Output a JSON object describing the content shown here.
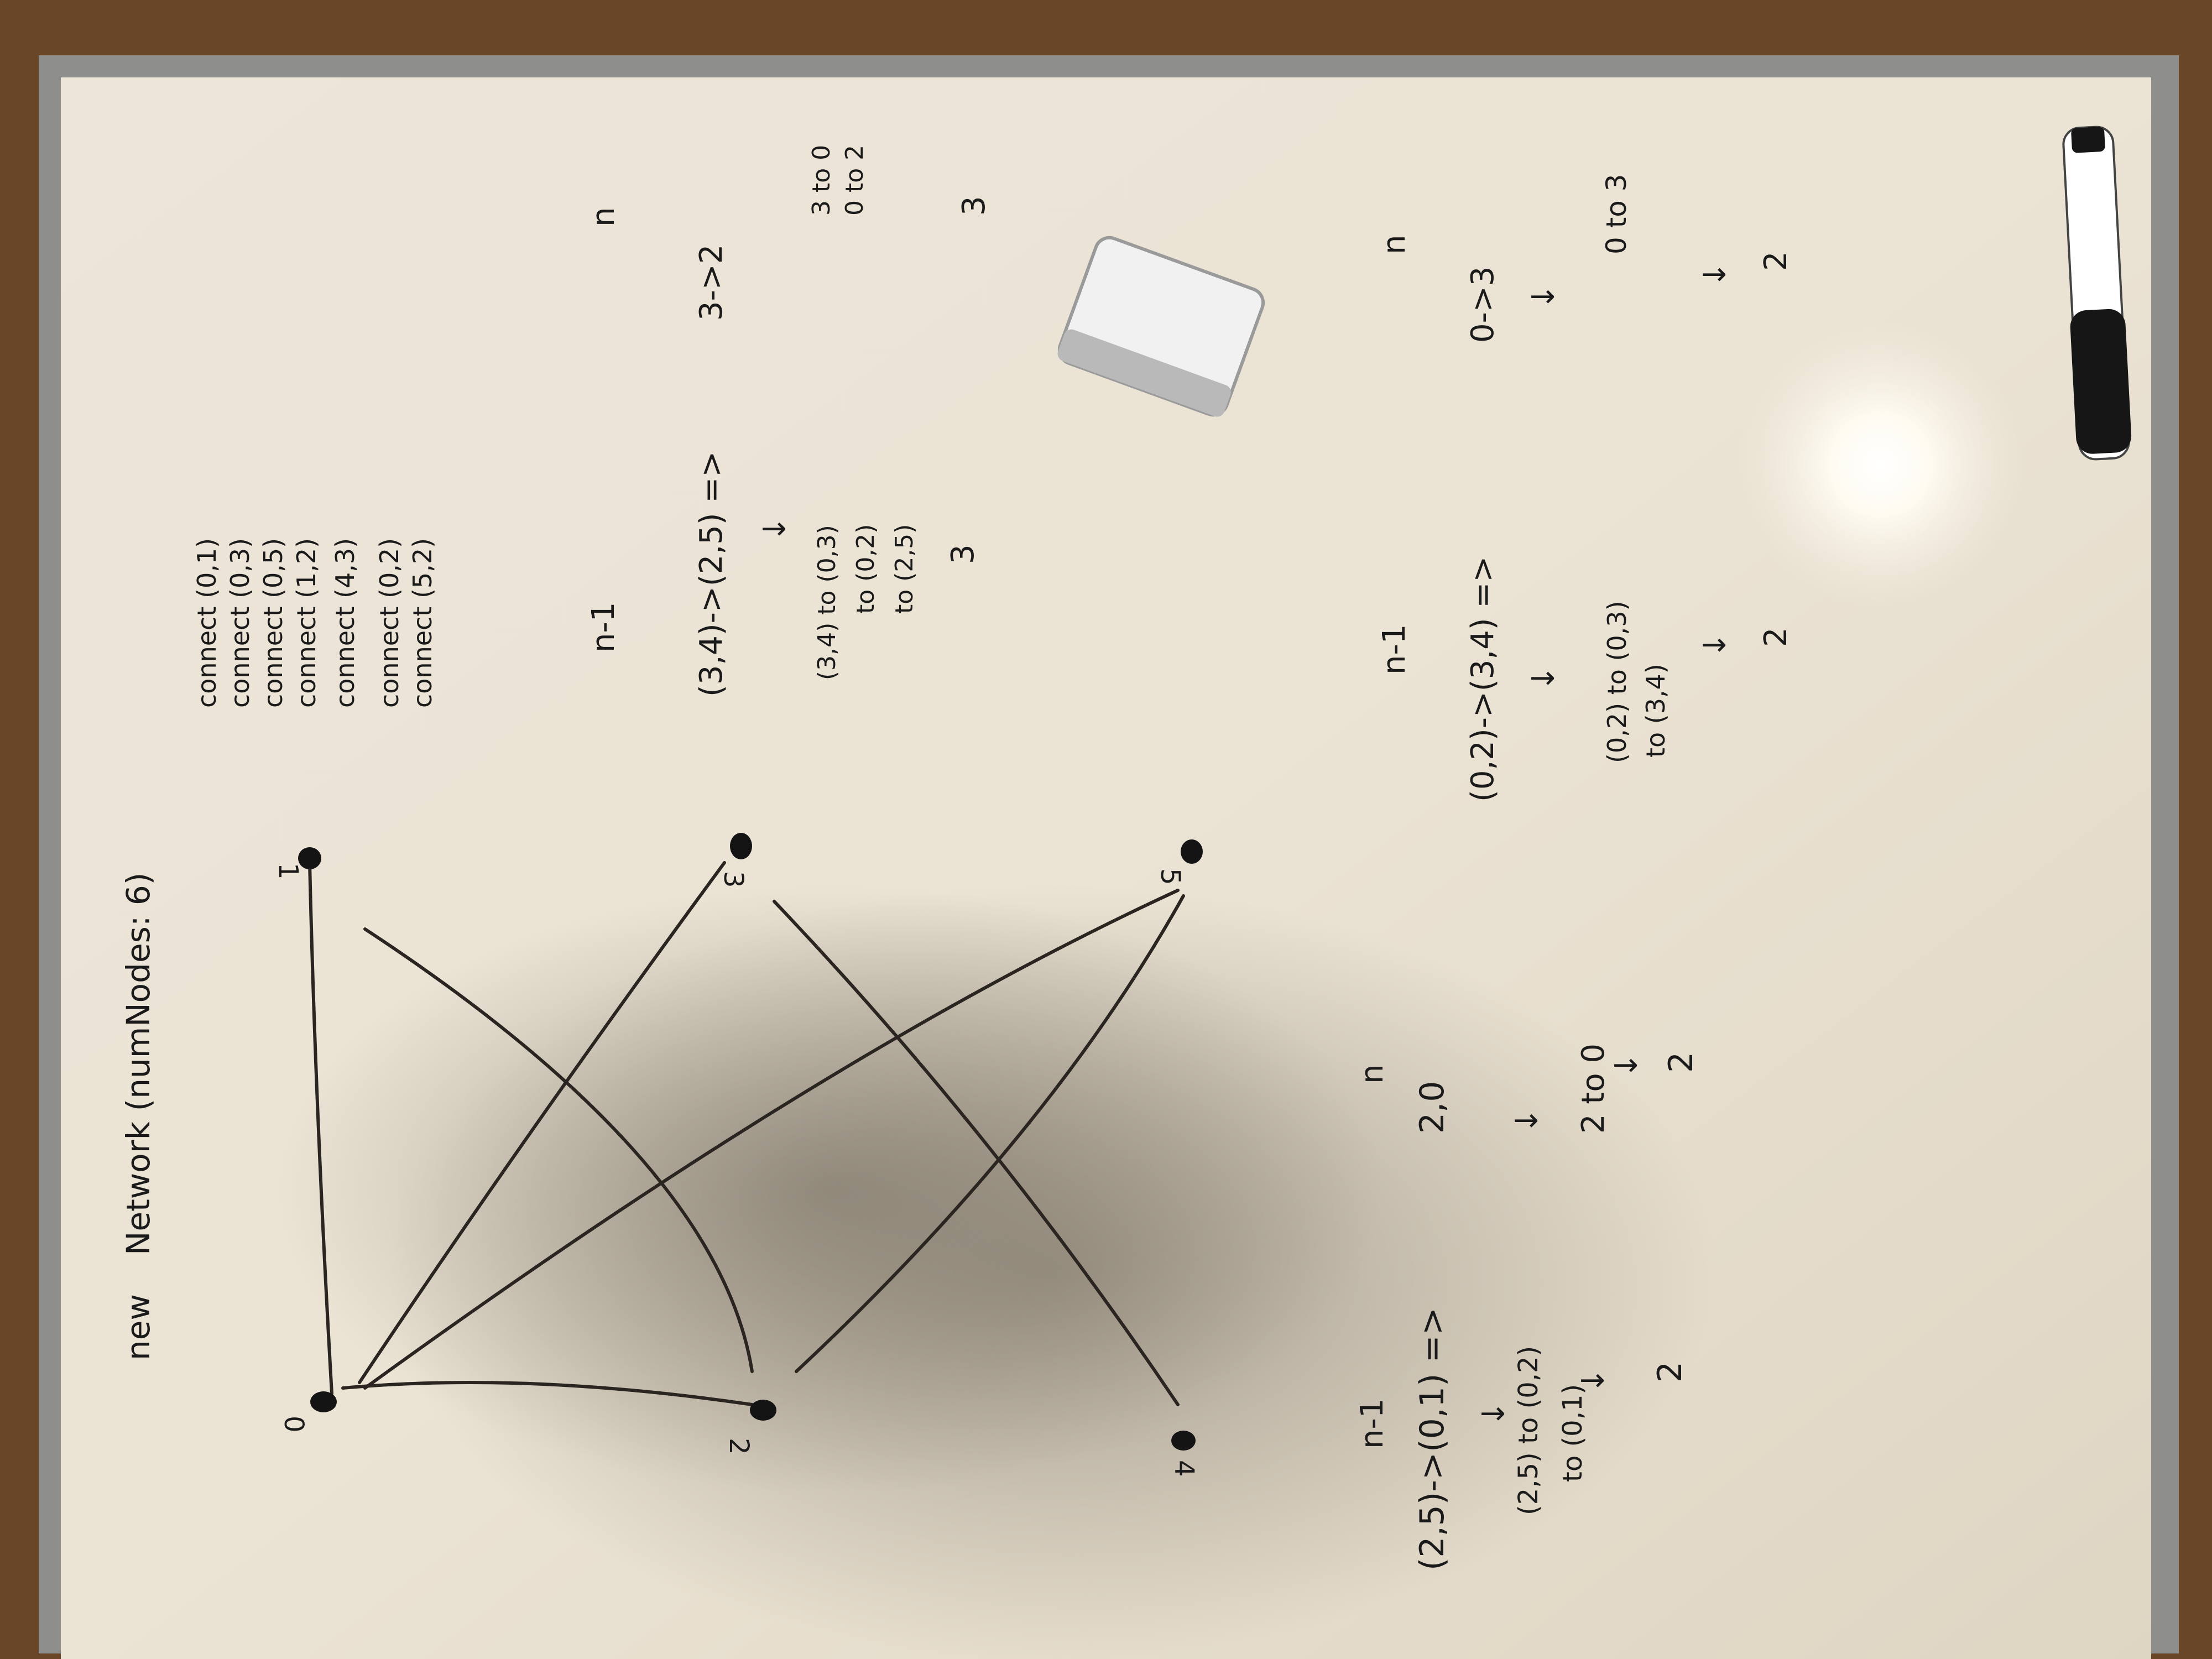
{
  "header": {
    "new": "new",
    "constructor": "Network (numNodes: 6)"
  },
  "nodes": [
    "0",
    "1",
    "2",
    "3",
    "4",
    "5"
  ],
  "connect_list": [
    "connect (0,1)",
    "connect (0,3)",
    "connect (0,5)",
    "connect (1,2)",
    "connect (4,3)",
    "connect (0,2)",
    "connect (5,2)"
  ],
  "example1": {
    "n_minus_1": "n-1",
    "n": "n",
    "query": "(2,5)->(0,1) =>",
    "result": "2,0",
    "arrow": "↓",
    "step1": "(2,5) to (0,2)",
    "step2": "to (0,1)",
    "answer": "2",
    "step3": "2 to 0",
    "answer2": "2"
  },
  "example2": {
    "n_minus_1": "n-1",
    "n": "n",
    "query": "(3,4)->(2,5) =>",
    "result": "3->2",
    "arrow": "↓",
    "step1": "(3,4) to (0,3)",
    "step2": "to (0,2)",
    "step3": "to (2,5)",
    "answer": "3",
    "side1": "3 to 0",
    "side2": "0 to 2",
    "answer2": "3"
  },
  "example3": {
    "n_minus_1": "n-1",
    "n": "n",
    "query": "(0,2)->(3,4) =>",
    "result": "0->3",
    "arrow": "↓",
    "step1": "(0,2) to (0,3)",
    "step2": "to (3,4)",
    "answer": "2",
    "side1": "0 to 3",
    "answer2": "2"
  }
}
